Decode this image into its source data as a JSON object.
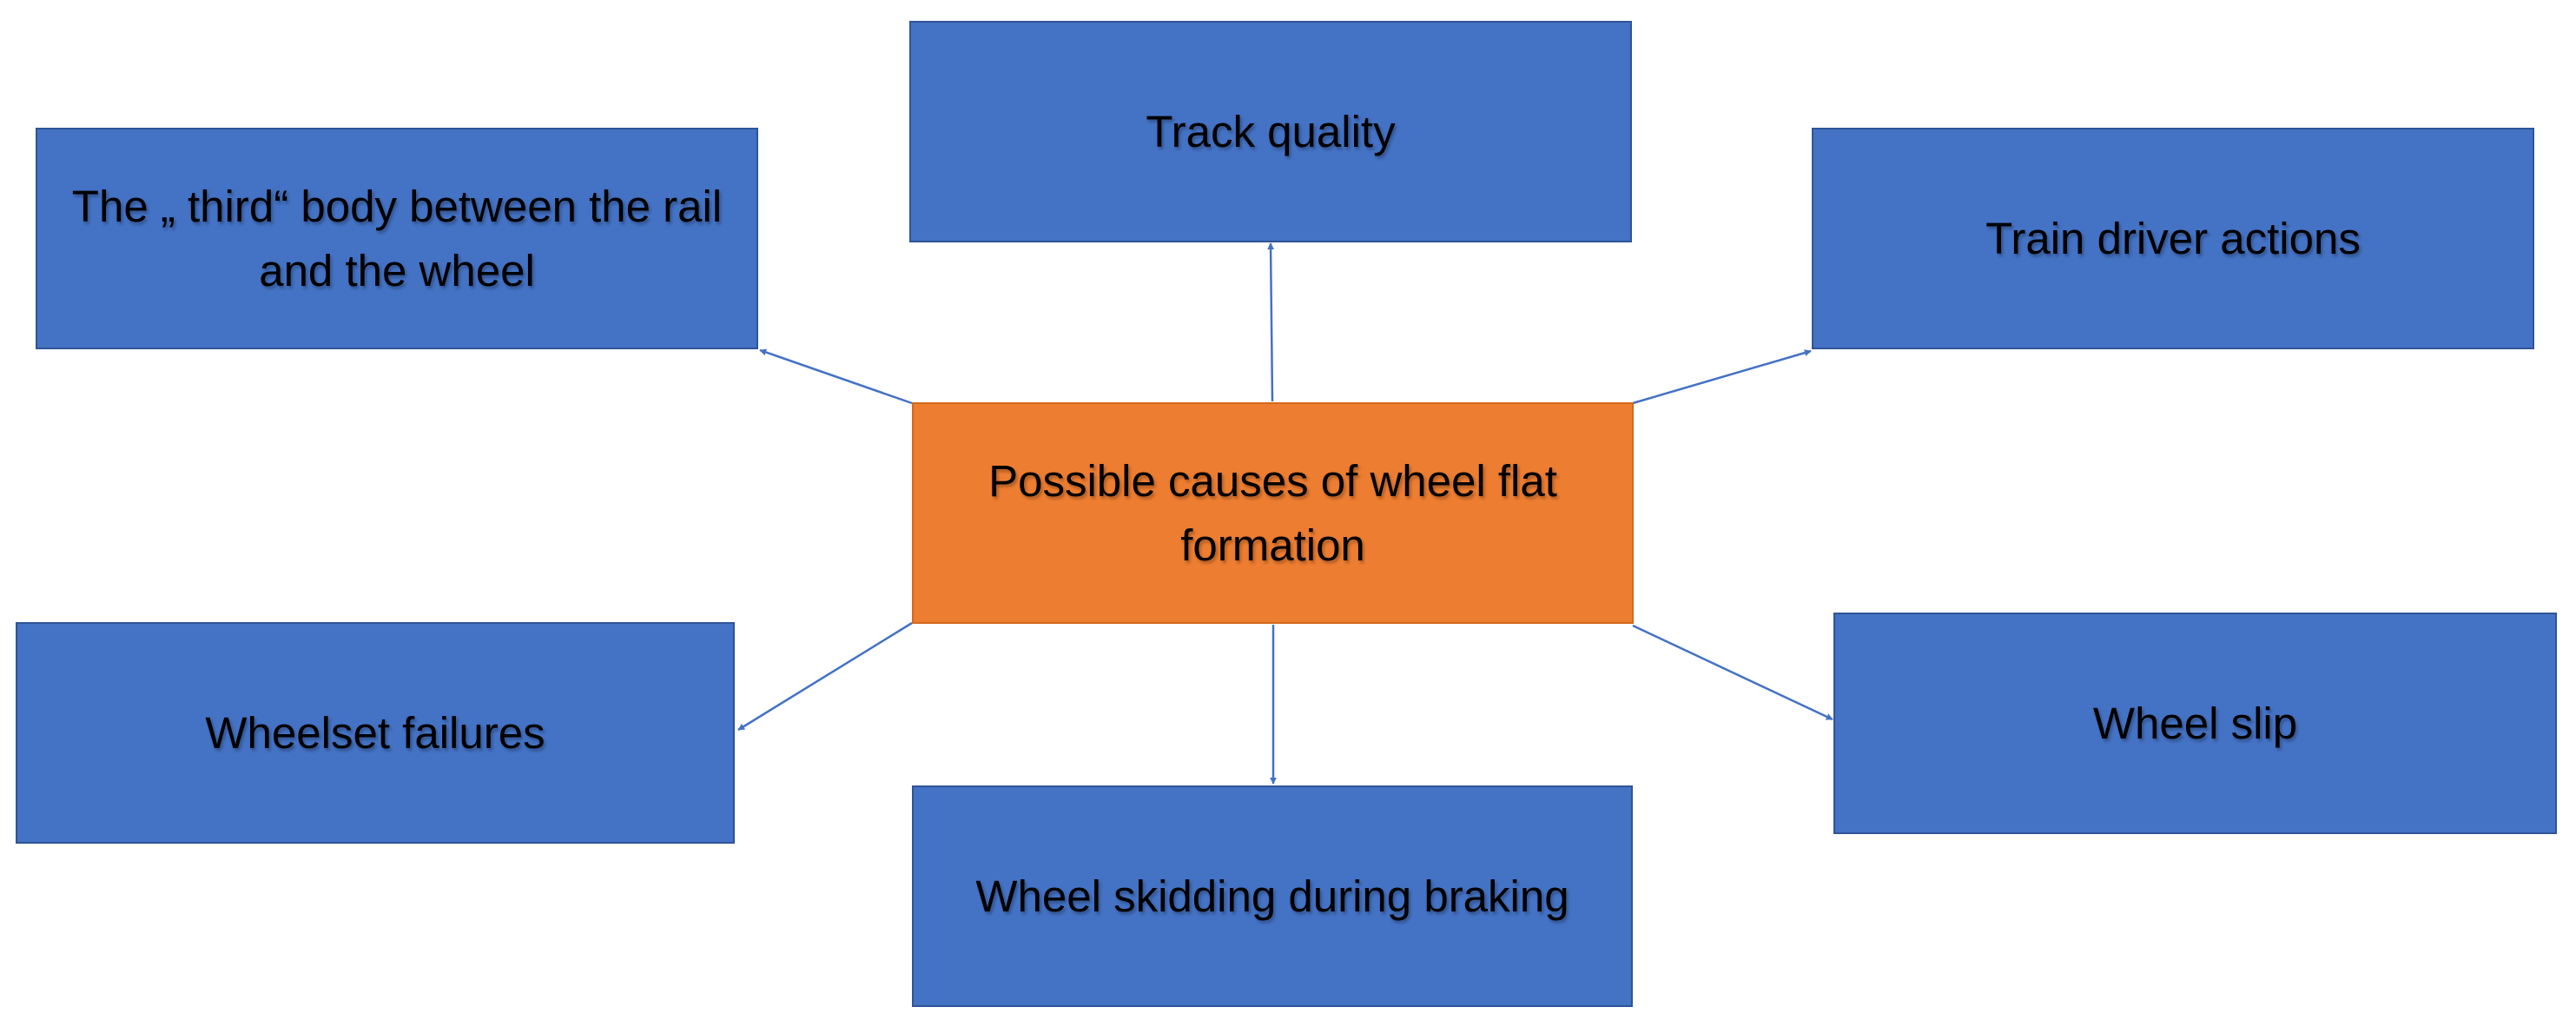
{
  "diagram": {
    "center": {
      "label": "Possible causes of wheel flat formation"
    },
    "causes": [
      {
        "id": "third-body",
        "label": "The „ third“ body between the rail and the wheel"
      },
      {
        "id": "track-quality",
        "label": "Track quality"
      },
      {
        "id": "train-driver-actions",
        "label": "Train driver actions"
      },
      {
        "id": "wheelset-failures",
        "label": "Wheelset failures"
      },
      {
        "id": "wheel-skidding",
        "label": "Wheel skidding during braking"
      },
      {
        "id": "wheel-slip",
        "label": "Wheel slip"
      }
    ],
    "colors": {
      "cause_fill": "#4472c4",
      "center_fill": "#ed7d31",
      "connector": "#4472c4"
    }
  }
}
